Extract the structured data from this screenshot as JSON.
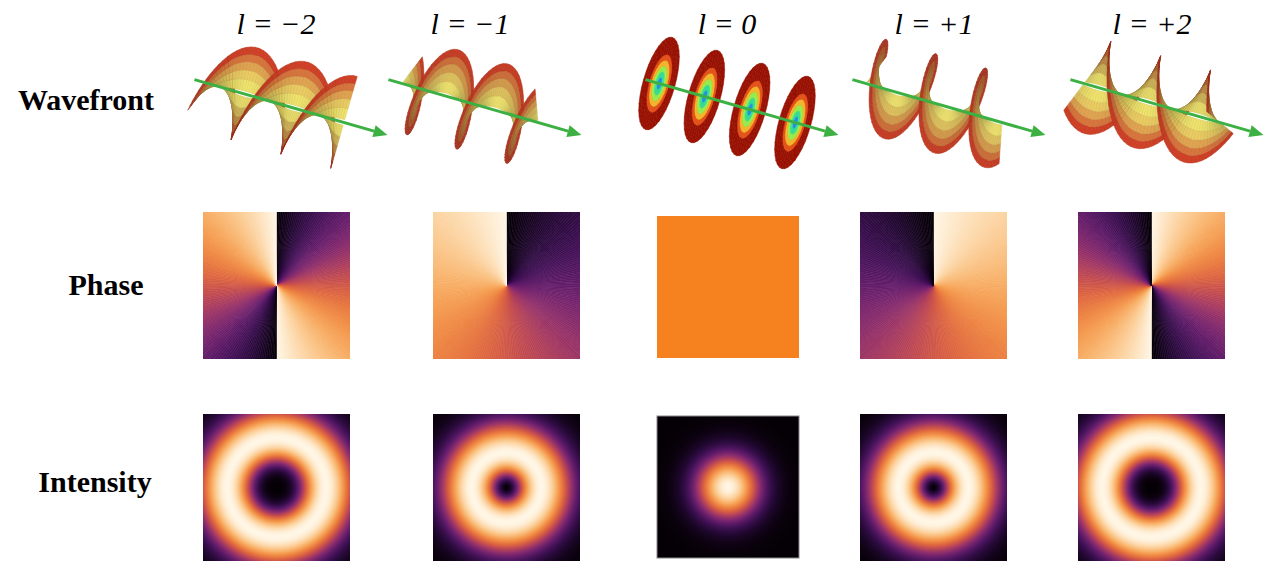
{
  "diagram": {
    "labels": [
      "l = −2",
      "l = −1",
      "l = 0",
      "l = +1",
      "l = +2",
      "Wavefront",
      "Phase",
      "Intensity"
    ]
  }
}
